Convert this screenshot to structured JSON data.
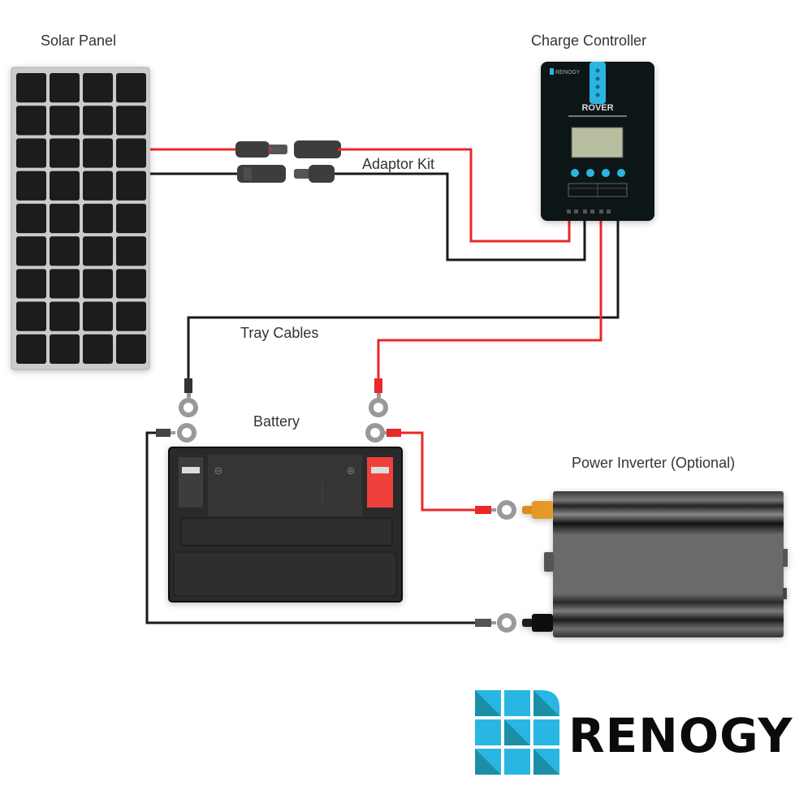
{
  "labels": {
    "solar_panel": "Solar Panel",
    "charge_controller": "Charge Controller",
    "adaptor_kit": "Adaptor Kit",
    "tray_cables": "Tray Cables",
    "battery": "Battery",
    "power_inverter": "Power Inverter (Optional)"
  },
  "controller": {
    "brand": "RENOGY",
    "model": "ROVER"
  },
  "solar_panel": {
    "columns": 4,
    "rows": 9
  },
  "battery": {
    "negative_symbol": "⊖",
    "positive_symbol": "⊕"
  },
  "logo": {
    "text": "RENOGY"
  },
  "colors": {
    "positive_wire": "#e8282b",
    "negative_wire": "#1a1a1a",
    "brand_blue": "#29b6e3",
    "brand_teal": "#1b8fa8",
    "panel_cell": "#1e1a1a",
    "panel_frame": "#c9c6c6"
  }
}
